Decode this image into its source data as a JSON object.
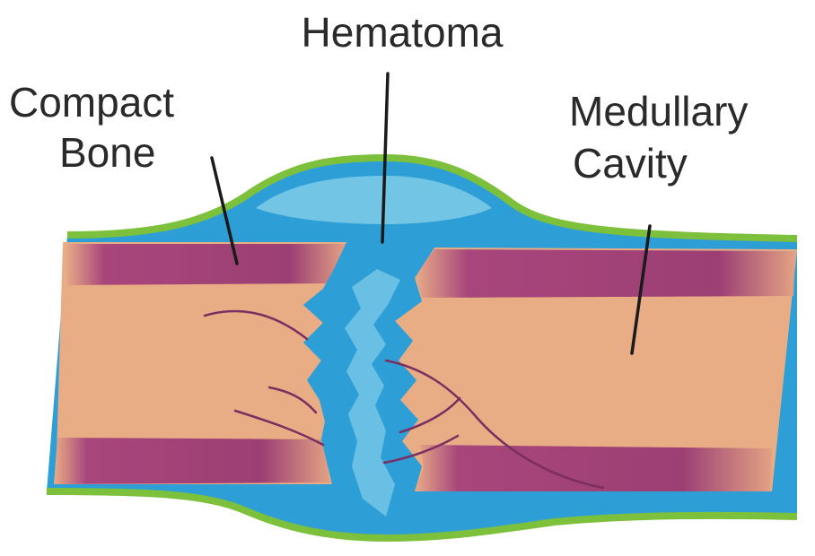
{
  "labels": {
    "hematoma": "Hematoma",
    "compact_bone_line1": "Compact",
    "compact_bone_line2": "Bone",
    "medullary_line1": "Medullary",
    "medullary_line2": "Cavity"
  },
  "colors": {
    "background": "#ffffff",
    "medullary": "#e9ad86",
    "compact_bone": "#9c3f74",
    "hematoma_dark": "#2e9fd6",
    "hematoma_light": "#7fcbe8",
    "periosteum": "#7cc03b",
    "leader_line": "#1a1a1a",
    "label_text": "#2a2a2a"
  },
  "icons": {
    "diagram": "bone-fracture-hematoma-illustration"
  }
}
